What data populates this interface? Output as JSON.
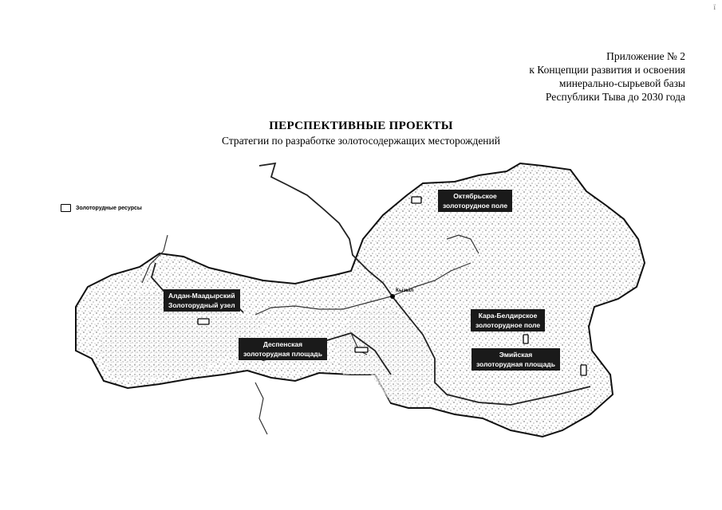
{
  "corner_mark": "ї",
  "appendix": {
    "line1": "Приложение № 2",
    "line2": "к Концепции развития и освоения",
    "line3": "минерально-сырьевой базы",
    "line4": "Республики Тыва до 2030 года"
  },
  "title": {
    "main": "ПЕРСПЕКТИВНЫЕ ПРОЕКТЫ",
    "sub": "Стратегии по разработке золотосодержащих месторождений"
  },
  "legend": {
    "label": "Золоторудные ресурсы"
  },
  "city": "Кызыл",
  "deposits": [
    {
      "line1": "Октябрьское",
      "line2": "золоторудное поле"
    },
    {
      "line1": "Алдан-Маадырский",
      "line2": "Золоторудный узел"
    },
    {
      "line1": "Деспенская",
      "line2": "золоторудная площадь"
    },
    {
      "line1": "Кара-Белдирское",
      "line2": "золоторудное поле"
    },
    {
      "line1": "Эмийская",
      "line2": "золоторудная площадь"
    }
  ]
}
